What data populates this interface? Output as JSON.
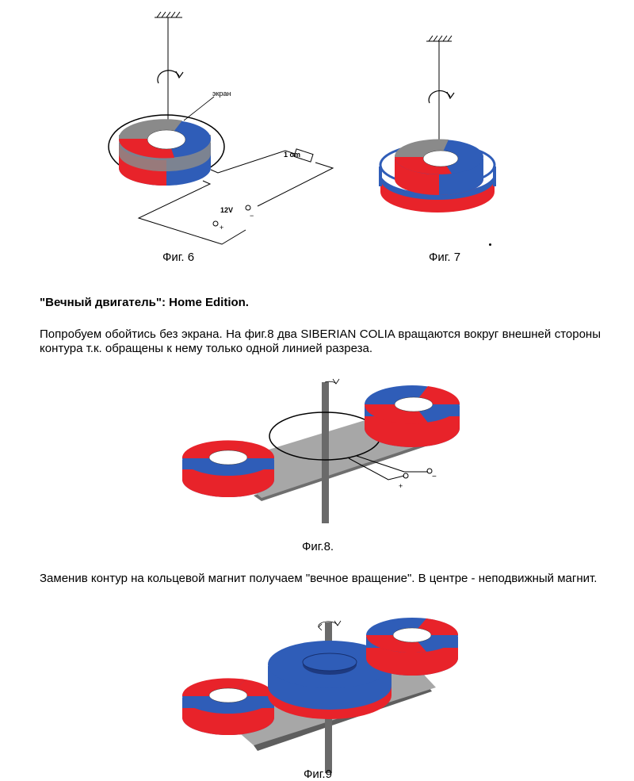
{
  "fig6": {
    "caption": "Фиг. 6",
    "screen_label": "экран",
    "resistor_label": "1 om",
    "voltage_label": "12V",
    "plus": "+",
    "minus": "−"
  },
  "fig7": {
    "caption": "Фиг. 7"
  },
  "heading": "\"Вечный двигатель\": Home Edition.",
  "paragraph1": "Попробуем обойтись без экрана. На фиг.8 два SIBERIAN COLIA вращаются вокруг внешней стороны контура т.к. обращены к нему только одной линией разреза.",
  "fig8": {
    "caption": "Фиг.8.",
    "plus": "+",
    "minus": "−"
  },
  "paragraph2": "Заменив контур на кольцевой магнит получаем \"вечное вращение\". В центре - неподвижный магнит.",
  "fig9": {
    "caption": "Фиг.9"
  },
  "colors": {
    "red": "#e8232a",
    "blue": "#2f5db8",
    "gray": "#8a8a8a",
    "plate": "#a7a7a7"
  }
}
